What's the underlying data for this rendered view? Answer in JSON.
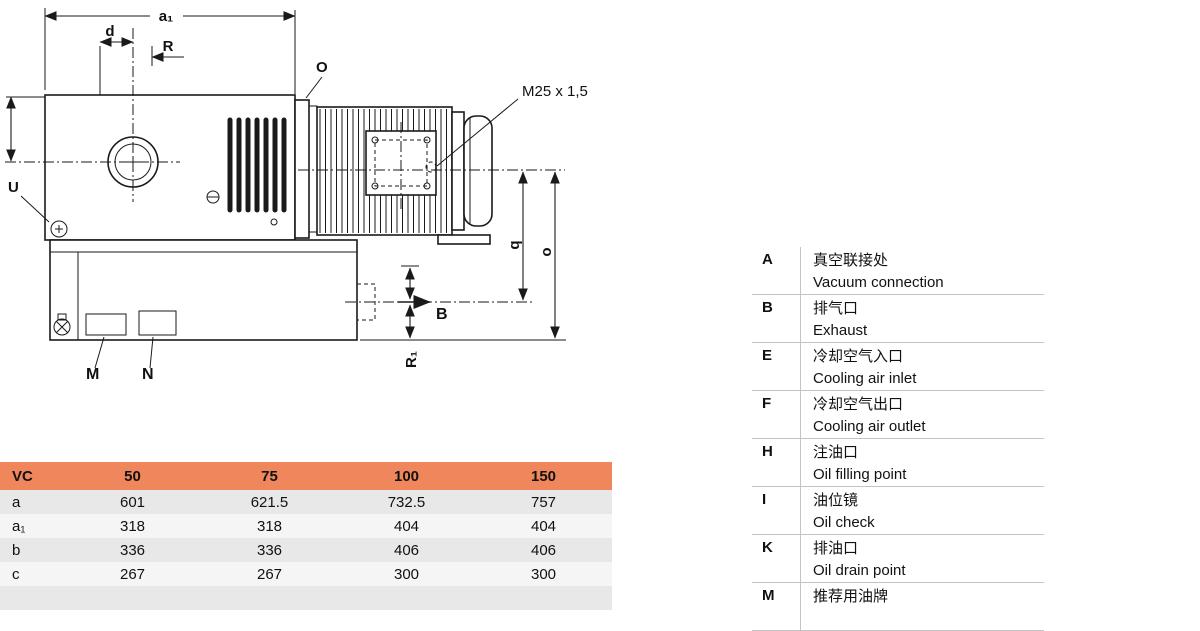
{
  "drawing": {
    "labels": {
      "a1": "a₁",
      "d": "d",
      "r": "R",
      "o_top": "O",
      "thread": "M25 x 1,5",
      "u": "U",
      "m": "M",
      "n": "N",
      "b": "B",
      "q": "q",
      "o_right": "o",
      "r1": "R₁"
    }
  },
  "dims_table": {
    "header_color": "#f0875c",
    "header": [
      "VC",
      "50",
      "75",
      "100",
      "150"
    ],
    "rows": [
      {
        "label": "a",
        "values": [
          "601",
          "621.5",
          "732.5",
          "757"
        ]
      },
      {
        "label": "a₁",
        "values": [
          "318",
          "318",
          "404",
          "404"
        ]
      },
      {
        "label": "b",
        "values": [
          "336",
          "336",
          "406",
          "406"
        ]
      },
      {
        "label": "c",
        "values": [
          "267",
          "267",
          "300",
          "300"
        ]
      }
    ]
  },
  "legend": {
    "items": [
      {
        "letter": "A",
        "zh": "真空联接处",
        "en": "Vacuum connection"
      },
      {
        "letter": "B",
        "zh": "排气口",
        "en": "Exhaust"
      },
      {
        "letter": "E",
        "zh": "冷却空气入口",
        "en": "Cooling air inlet"
      },
      {
        "letter": "F",
        "zh": "冷却空气出口",
        "en": "Cooling air outlet"
      },
      {
        "letter": "H",
        "zh": "注油口",
        "en": "Oil filling point"
      },
      {
        "letter": "I",
        "zh": "油位镜",
        "en": "Oil check"
      },
      {
        "letter": "K",
        "zh": "排油口",
        "en": "Oil drain point"
      },
      {
        "letter": "M",
        "zh": "推荐用油牌",
        "en": ""
      }
    ]
  }
}
